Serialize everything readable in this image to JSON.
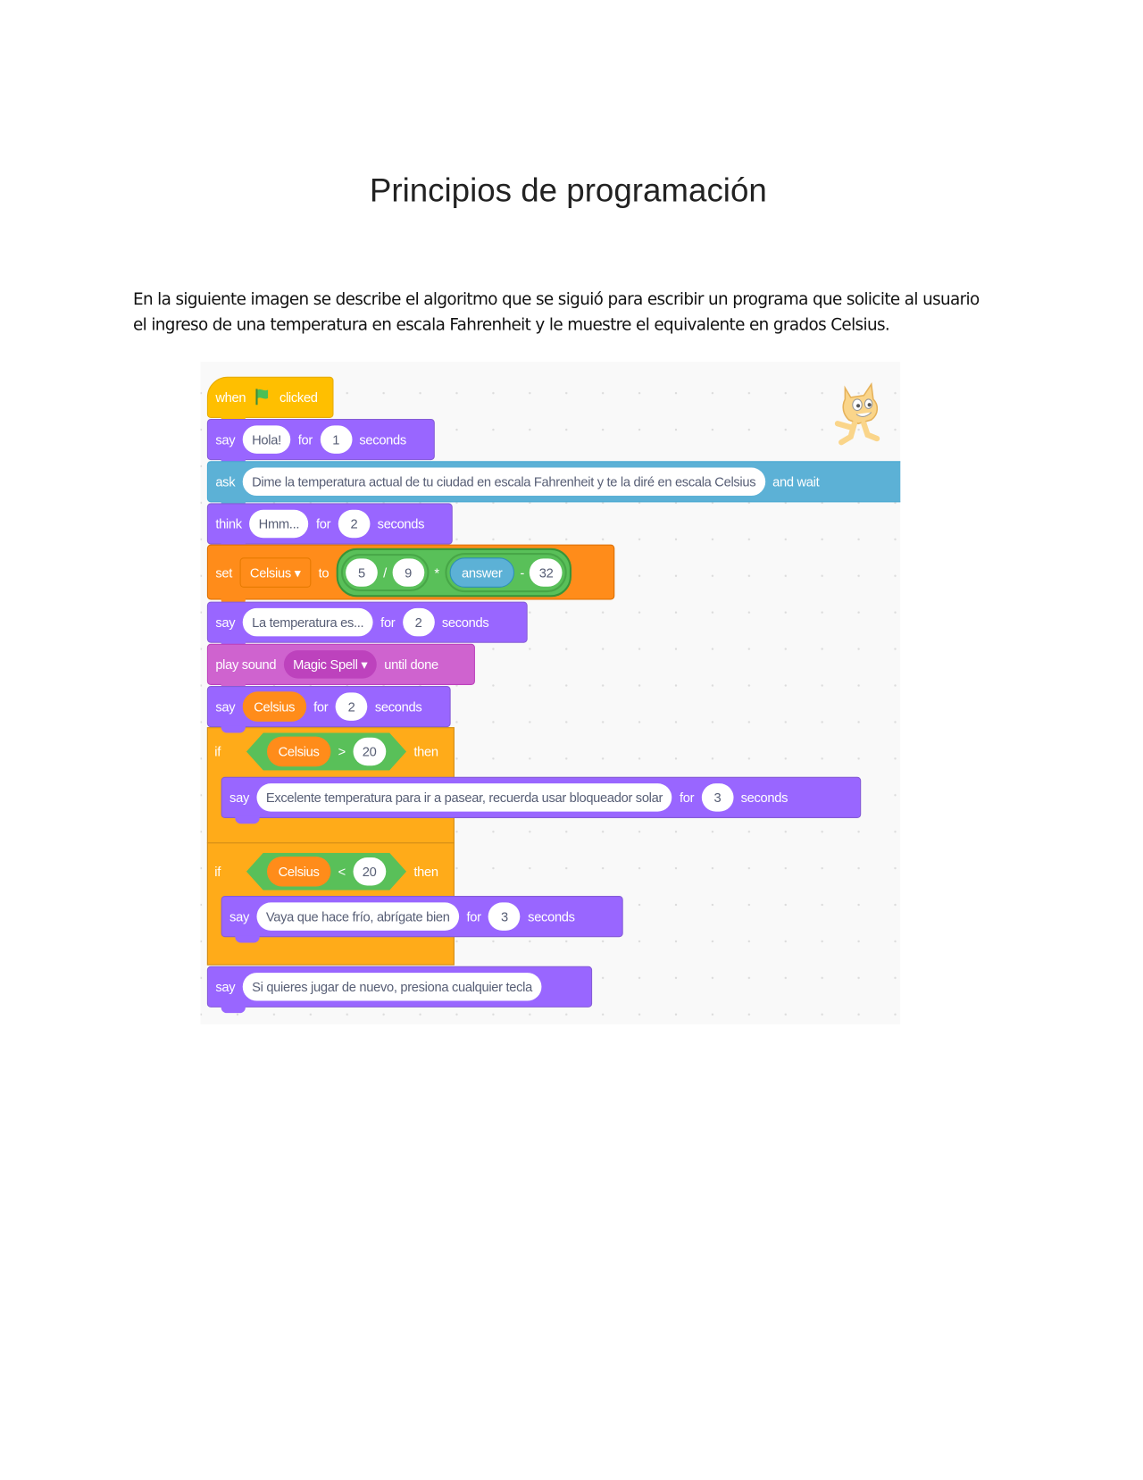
{
  "document": {
    "title": "Principios de programación",
    "paragraph": "En la siguiente imagen se describe el algoritmo que se siguió para escribir un programa que solicite al usuario el ingreso de una temperatura en escala Fahrenheit y le muestre el equivalente en grados Celsius."
  },
  "scratch": {
    "hat": {
      "when": "when",
      "clicked": "clicked"
    },
    "say1": {
      "kw": "say",
      "msg": "Hola!",
      "for": "for",
      "secs": "1",
      "unit": "seconds"
    },
    "ask": {
      "kw": "ask",
      "msg": "Dime la temperatura actual de tu ciudad en escala Fahrenheit y te la diré en escala Celsius",
      "tail": "and wait"
    },
    "think": {
      "kw": "think",
      "msg": "Hmm...",
      "for": "for",
      "secs": "2",
      "unit": "seconds"
    },
    "set": {
      "kw": "set",
      "var": "Celsius",
      "to": "to",
      "a": "5",
      "div": "/",
      "b": "9",
      "mul": "*",
      "answer": "answer",
      "minus": "-",
      "c": "32"
    },
    "say2": {
      "kw": "say",
      "msg": "La temperatura es...",
      "for": "for",
      "secs": "2",
      "unit": "seconds"
    },
    "sound": {
      "kw": "play sound",
      "name": "Magic Spell",
      "tail": "until done"
    },
    "say3": {
      "kw": "say",
      "var": "Celsius",
      "for": "for",
      "secs": "2",
      "unit": "seconds"
    },
    "if1": {
      "kw": "if",
      "var": "Celsius",
      "op": ">",
      "val": "20",
      "then": "then",
      "say": {
        "kw": "say",
        "msg": "Excelente temperatura para ir a pasear, recuerda usar bloqueador solar",
        "for": "for",
        "secs": "3",
        "unit": "seconds"
      }
    },
    "if2": {
      "kw": "if",
      "var": "Celsius",
      "op": "<",
      "val": "20",
      "then": "then",
      "say": {
        "kw": "say",
        "msg": "Vaya que hace frío, abrígate bien",
        "for": "for",
        "secs": "3",
        "unit": "seconds"
      }
    },
    "say4": {
      "kw": "say",
      "msg": "Si quieres jugar de nuevo, presiona cualquier tecla"
    },
    "zoom": {
      "reset": "="
    }
  },
  "colors": {
    "motion": "#9966ff",
    "sensing": "#5cb1d6",
    "variables": "#ff8c1a",
    "sound": "#cf63cf",
    "control": "#ffab19",
    "operators": "#59c059",
    "events": "#ffbf00"
  }
}
